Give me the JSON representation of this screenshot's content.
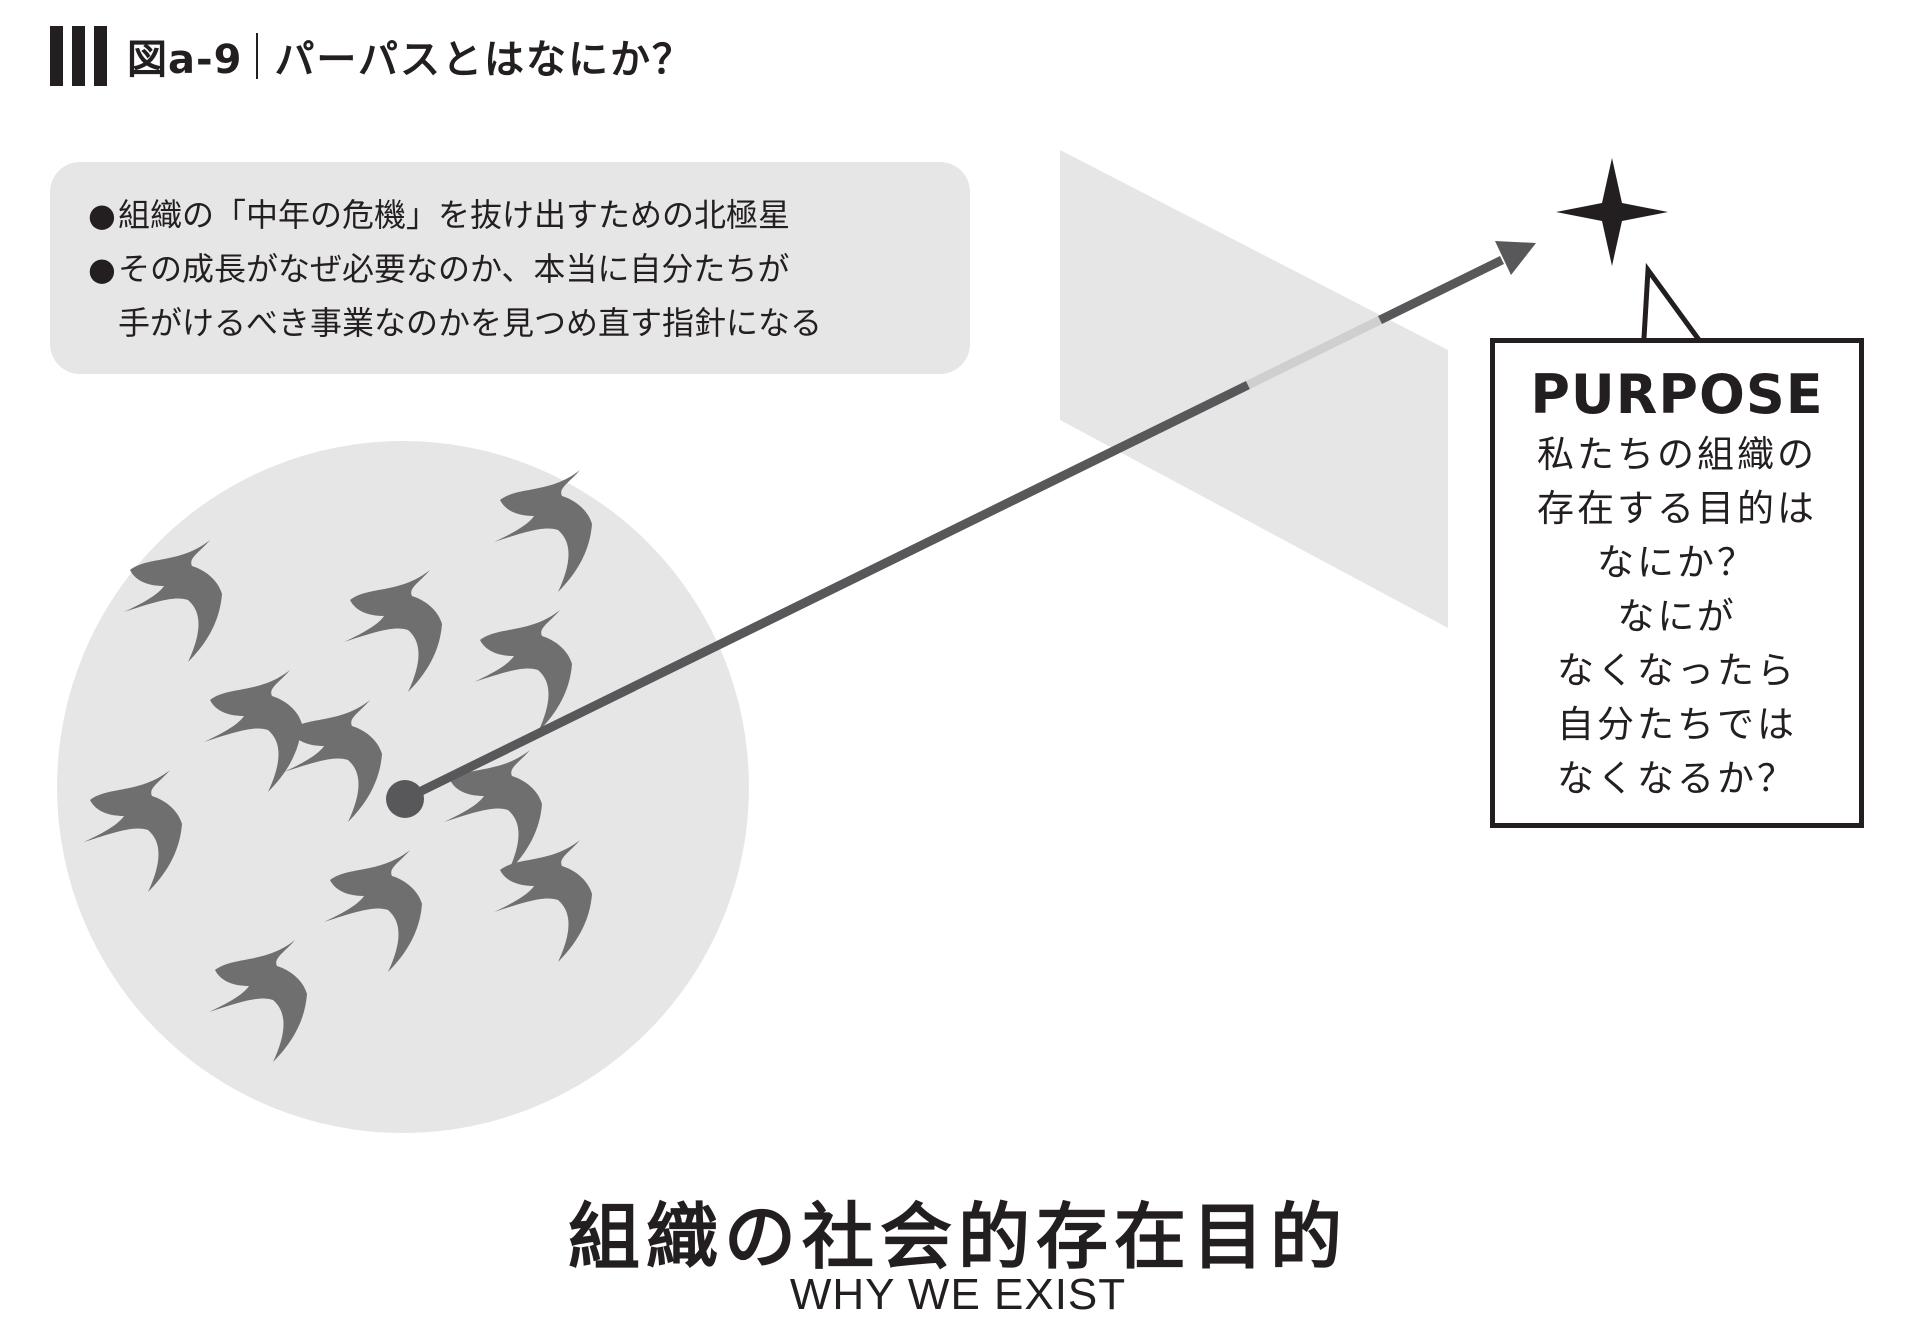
{
  "header": {
    "figure_number": "図a-9",
    "title": "パーパスとはなにか？"
  },
  "notes": [
    "組織の「中年の危機」を抜け出すための北極星",
    "その成長がなぜ必要なのか、本当に自分たちが手がけるべき事業なのかを見つめ直す指針になる"
  ],
  "note_lines": {
    "line1": "組織の「中年の危機」を抜け出すための北極星",
    "line2": "その成長がなぜ必要なのか、本当に自分たちが",
    "line3": "手がけるべき事業なのかを見つめ直す指針になる"
  },
  "speech_bubble": {
    "heading": "PURPOSE",
    "lines": [
      "私たちの組織の",
      "存在する目的は",
      "なにか？",
      "なにが",
      "なくなったら",
      "自分たちでは",
      "なくなるか？"
    ]
  },
  "caption": {
    "main": "組織の社会的存在目的",
    "sub": "WHY WE EXIST"
  },
  "colors": {
    "ink": "#231f20",
    "panel_gray": "#e6e6e7",
    "circle_gray": "#e6e6e7",
    "bird_gray": "#6f6f6f",
    "arrow_gray": "#58585a",
    "arrow_light": "#cfcfd0"
  },
  "icons": {
    "star": "north-star-icon",
    "bird": "bird-icon",
    "bullet": "bullet-dot"
  }
}
